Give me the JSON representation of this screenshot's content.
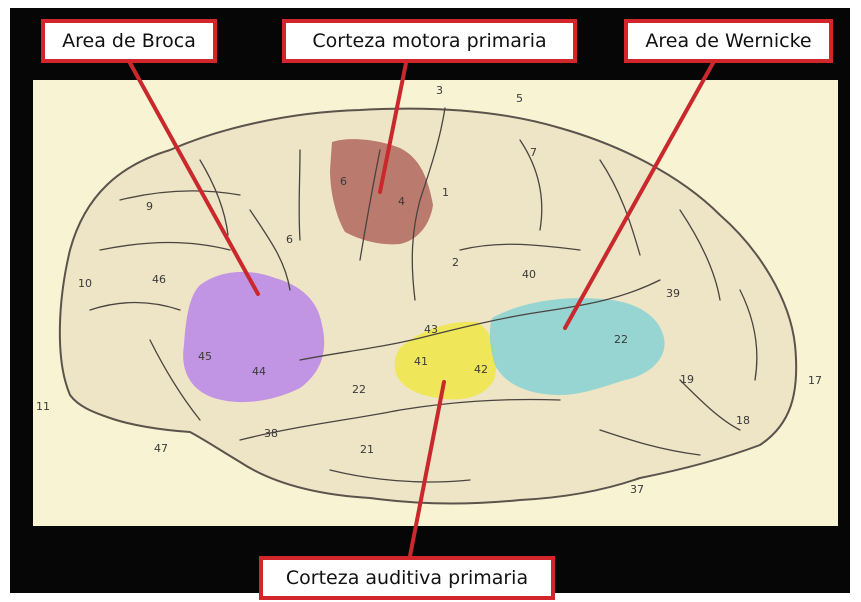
{
  "labels": {
    "broca": "Area de Broca",
    "motor": "Corteza motora primaria",
    "wernicke": "Area de Wernicke",
    "auditory": "Corteza auditiva primaria"
  },
  "brodmann_areas": [
    "1",
    "2",
    "3",
    "5",
    "6",
    "7",
    "9",
    "10",
    "11",
    "17",
    "18",
    "19",
    "21",
    "22",
    "37",
    "38",
    "39",
    "40",
    "41",
    "42",
    "43",
    "44",
    "45",
    "46",
    "47"
  ],
  "colors": {
    "frame": "#060606",
    "plate": "#f8f3d2",
    "brain": "#eee4c6",
    "label_border": "#d2262a",
    "motor_region": "#b0675d",
    "broca_region": "#bb8ce6",
    "auditory_region": "#f0e54e",
    "wernicke_region": "#8dd3d3",
    "pointer": "#c9282c"
  }
}
